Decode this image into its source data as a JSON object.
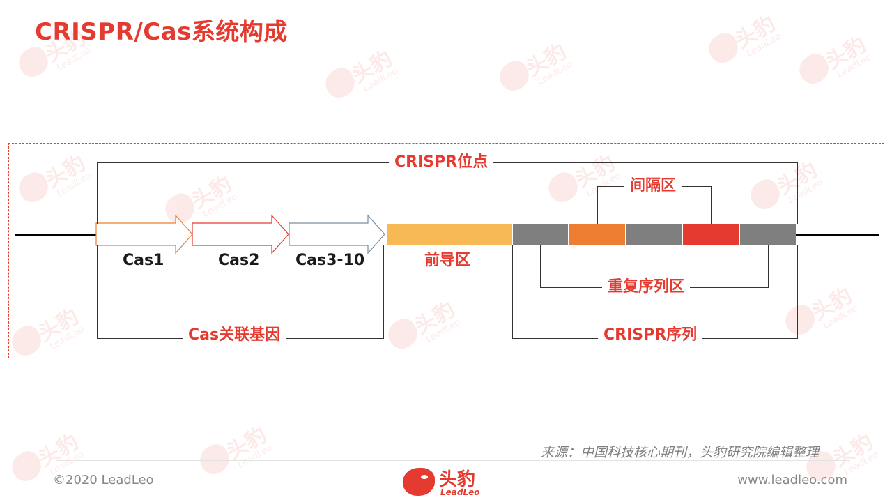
{
  "title": "CRISPR/Cas系统构成",
  "watermark": {
    "mark": "头豹",
    "sub": "LeadLeo"
  },
  "diagram": {
    "locus_label": "CRISPR位点",
    "spacer_label": "间隔区",
    "repeat_label": "重复序列区",
    "cas_genes_label": "Cas关联基因",
    "crispr_array_label": "CRISPR序列",
    "leader_label": "前导区",
    "genes": [
      {
        "label": "Cas1",
        "color": "#ed7d31"
      },
      {
        "label": "Cas2",
        "color": "#e53a2f"
      },
      {
        "label": "Cas3-10",
        "color": "#7f8c99"
      }
    ],
    "colors": {
      "accent": "#e53a2f",
      "leader": "#f7b955",
      "repeat": "#7f7f7f",
      "spacer_1": "#ed7d31",
      "spacer_2": "#e53a2f"
    }
  },
  "footer": {
    "source": "来源：中国科技核心期刊，头豹研究院编辑整理",
    "copyright": "©2020 LeadLeo",
    "url": "www.leadleo.com",
    "logo_text": "头豹",
    "logo_sub": "LeadLeo"
  }
}
